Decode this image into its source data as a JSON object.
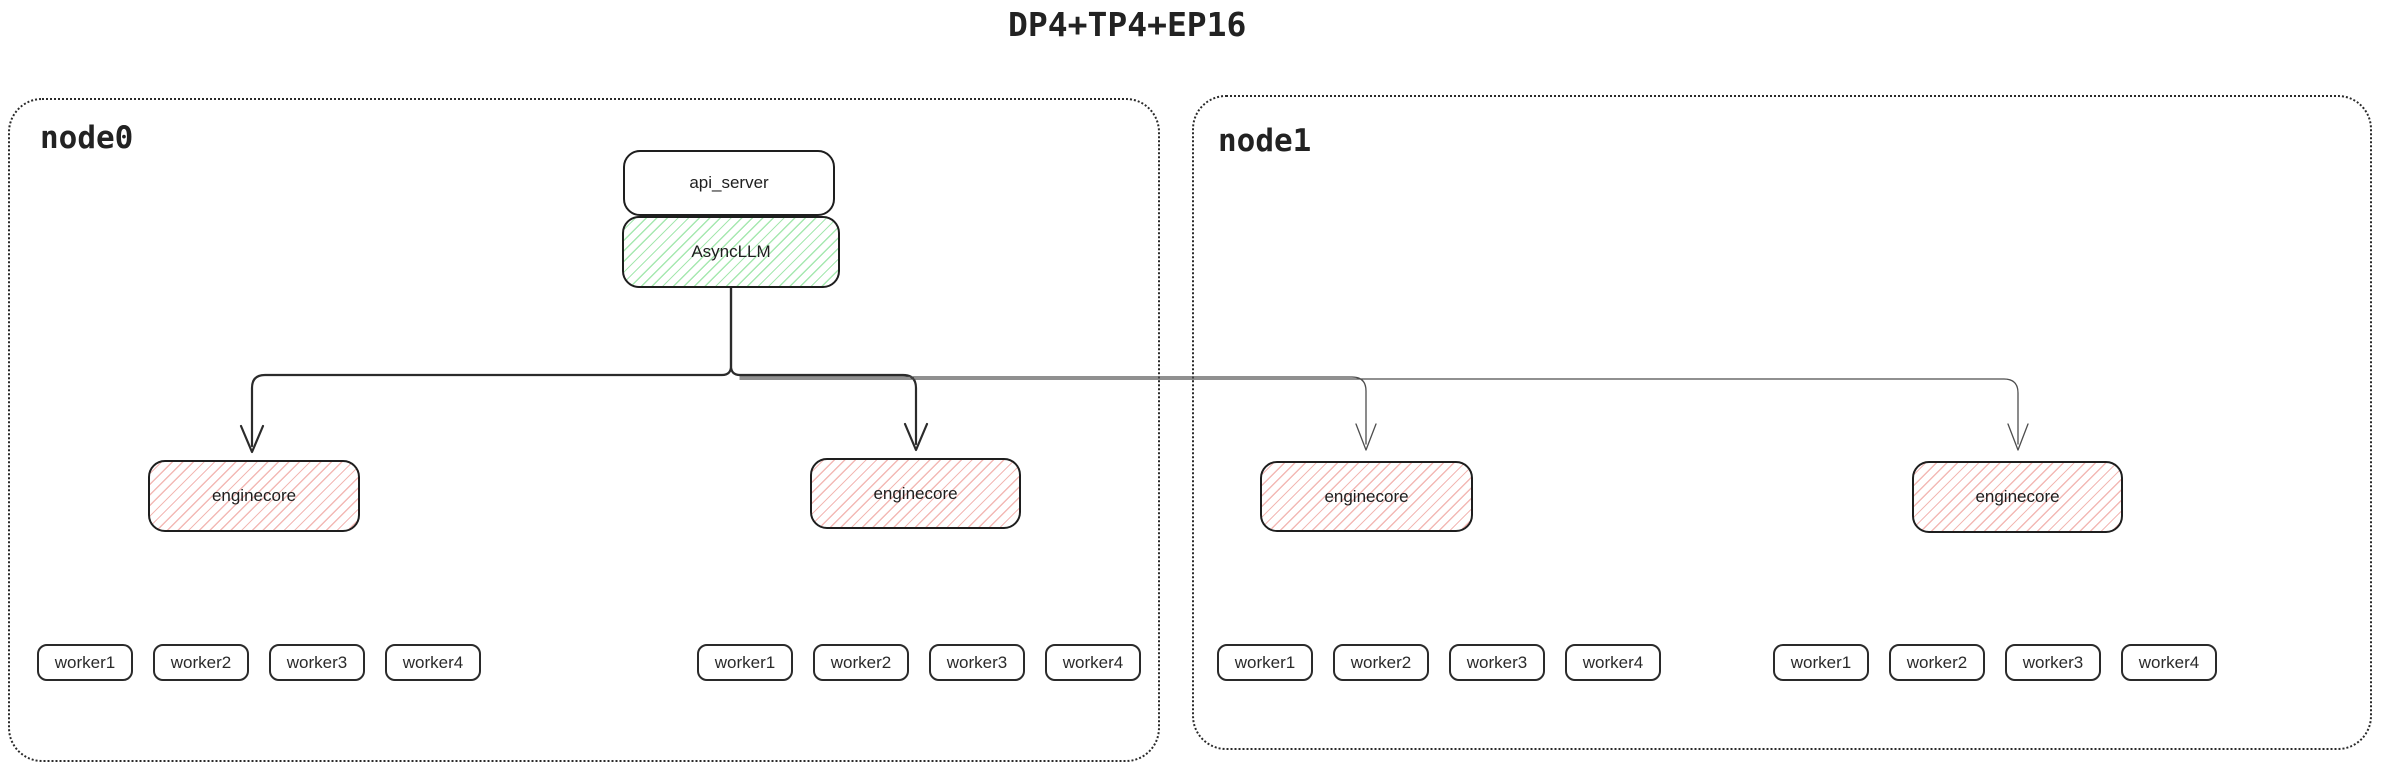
{
  "title": "DP4+TP4+EP16",
  "colors": {
    "stroke": "#1e1e1e",
    "green_hatch": "#a6e8b0",
    "red_hatch": "#f3b9b5",
    "arrow_primary": "#2b2b2b",
    "arrow_secondary": "#4d4d4d"
  },
  "nodes": [
    {
      "label": "node0",
      "api_server": "api_server",
      "asyncllm": "AsyncLLM",
      "enginecores": [
        "enginecore",
        "enginecore"
      ],
      "worker_groups": [
        [
          "worker1",
          "worker2",
          "worker3",
          "worker4"
        ],
        [
          "worker1",
          "worker2",
          "worker3",
          "worker4"
        ]
      ]
    },
    {
      "label": "node1",
      "enginecores": [
        "enginecore",
        "enginecore"
      ],
      "worker_groups": [
        [
          "worker1",
          "worker2",
          "worker3",
          "worker4"
        ],
        [
          "worker1",
          "worker2",
          "worker3",
          "worker4"
        ]
      ]
    }
  ]
}
